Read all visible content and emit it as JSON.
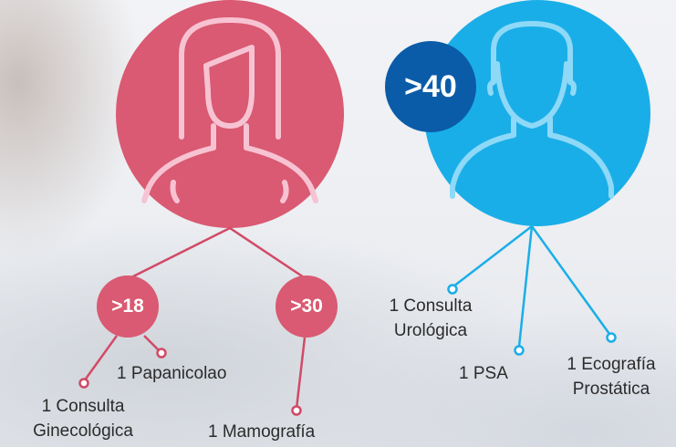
{
  "female": {
    "icon": "woman-icon",
    "color": "#d95a72",
    "groups": [
      {
        "badge": ">18",
        "items": [
          {
            "line1": "1 Papanicolao",
            "line2": ""
          },
          {
            "line1": "1 Consulta",
            "line2": "Ginecológica"
          }
        ]
      },
      {
        "badge": ">30",
        "items": [
          {
            "line1": "1 Mamografía",
            "line2": ""
          }
        ]
      }
    ]
  },
  "male": {
    "icon": "man-icon",
    "color": "#1aaee8",
    "badge": ">40",
    "badge_color": "#0b5ca8",
    "items": [
      {
        "line1": "1 Consulta",
        "line2": "Urológica"
      },
      {
        "line1": "1 PSA",
        "line2": ""
      },
      {
        "line1": "1 Ecografía",
        "line2": "Prostática"
      }
    ]
  }
}
